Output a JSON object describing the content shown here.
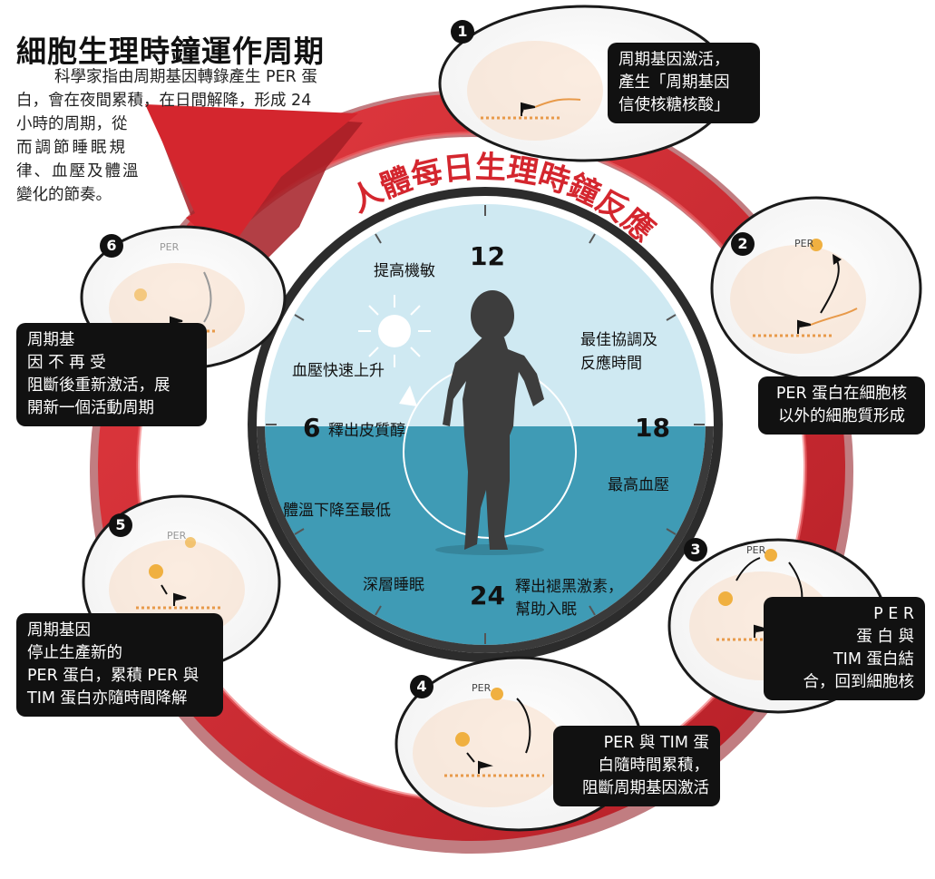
{
  "title": "細胞生理時鐘運作周期",
  "intro_lines": [
    "科學家指由周期基因轉錄產生 PER 蛋",
    "白，會在夜間累積，在日間解降，形成 24",
    "小時的周期，從",
    "而調節睡眠規",
    "律、血壓及體溫",
    "變化的節奏。"
  ],
  "arc_title": "人體每日生理時鐘反應",
  "clock": {
    "hours": {
      "top": "12",
      "left": "6",
      "right": "18",
      "bottom": "24"
    },
    "labels": {
      "alert": "提高機敏",
      "bp_rise": "血壓快速上升",
      "cortisol": "釋出皮質醇",
      "coordination_1": "最佳協調及",
      "coordination_2": "反應時間",
      "bp_peak": "最高血壓",
      "temp_low": "體溫下降至最低",
      "deep_sleep": "深層睡眠",
      "melatonin_1": "釋出褪黑激素，",
      "melatonin_2": "幫助入眠"
    }
  },
  "steps": [
    {
      "num": "1",
      "lines": [
        "周期基因激活，",
        "產生「周期基因",
        "信使核糖核酸」"
      ]
    },
    {
      "num": "2",
      "lines": [
        "PER 蛋白在細胞核",
        "以外的細胞質形成"
      ]
    },
    {
      "num": "3",
      "lines": [
        "P E R",
        "蛋 白 與",
        "TIM 蛋白結",
        "合，回到細胞核"
      ]
    },
    {
      "num": "4",
      "lines": [
        "PER 與 TIM 蛋",
        "白隨時間累積，",
        "阻斷周期基因激活"
      ]
    },
    {
      "num": "5",
      "lines": [
        "周期基因",
        "停止生產新的",
        "PER 蛋白，累積 PER 與",
        "TIM 蛋白亦隨時間降解"
      ]
    },
    {
      "num": "6",
      "lines": [
        "周期基",
        "因 不 再 受",
        "阻斷後重新激活，展",
        "開新一個活動周期"
      ]
    }
  ],
  "protein_label": "PER",
  "colors": {
    "arrow_red": "#d4262e",
    "arrow_dark": "#a51d24",
    "sky": "#cfe9f2",
    "sea": "#3f9bb5",
    "night_band": "#3a3a3a",
    "silhouette": "#3d3d3d",
    "cell": "#f7ddc6",
    "gene_orange": "#e89a4a",
    "callout_bg": "#111111"
  },
  "icons": [
    "sun-icon",
    "moon-icon",
    "person-silhouette-icon",
    "cycle-arrow-icon",
    "cell-icon",
    "gene-flag-icon"
  ]
}
